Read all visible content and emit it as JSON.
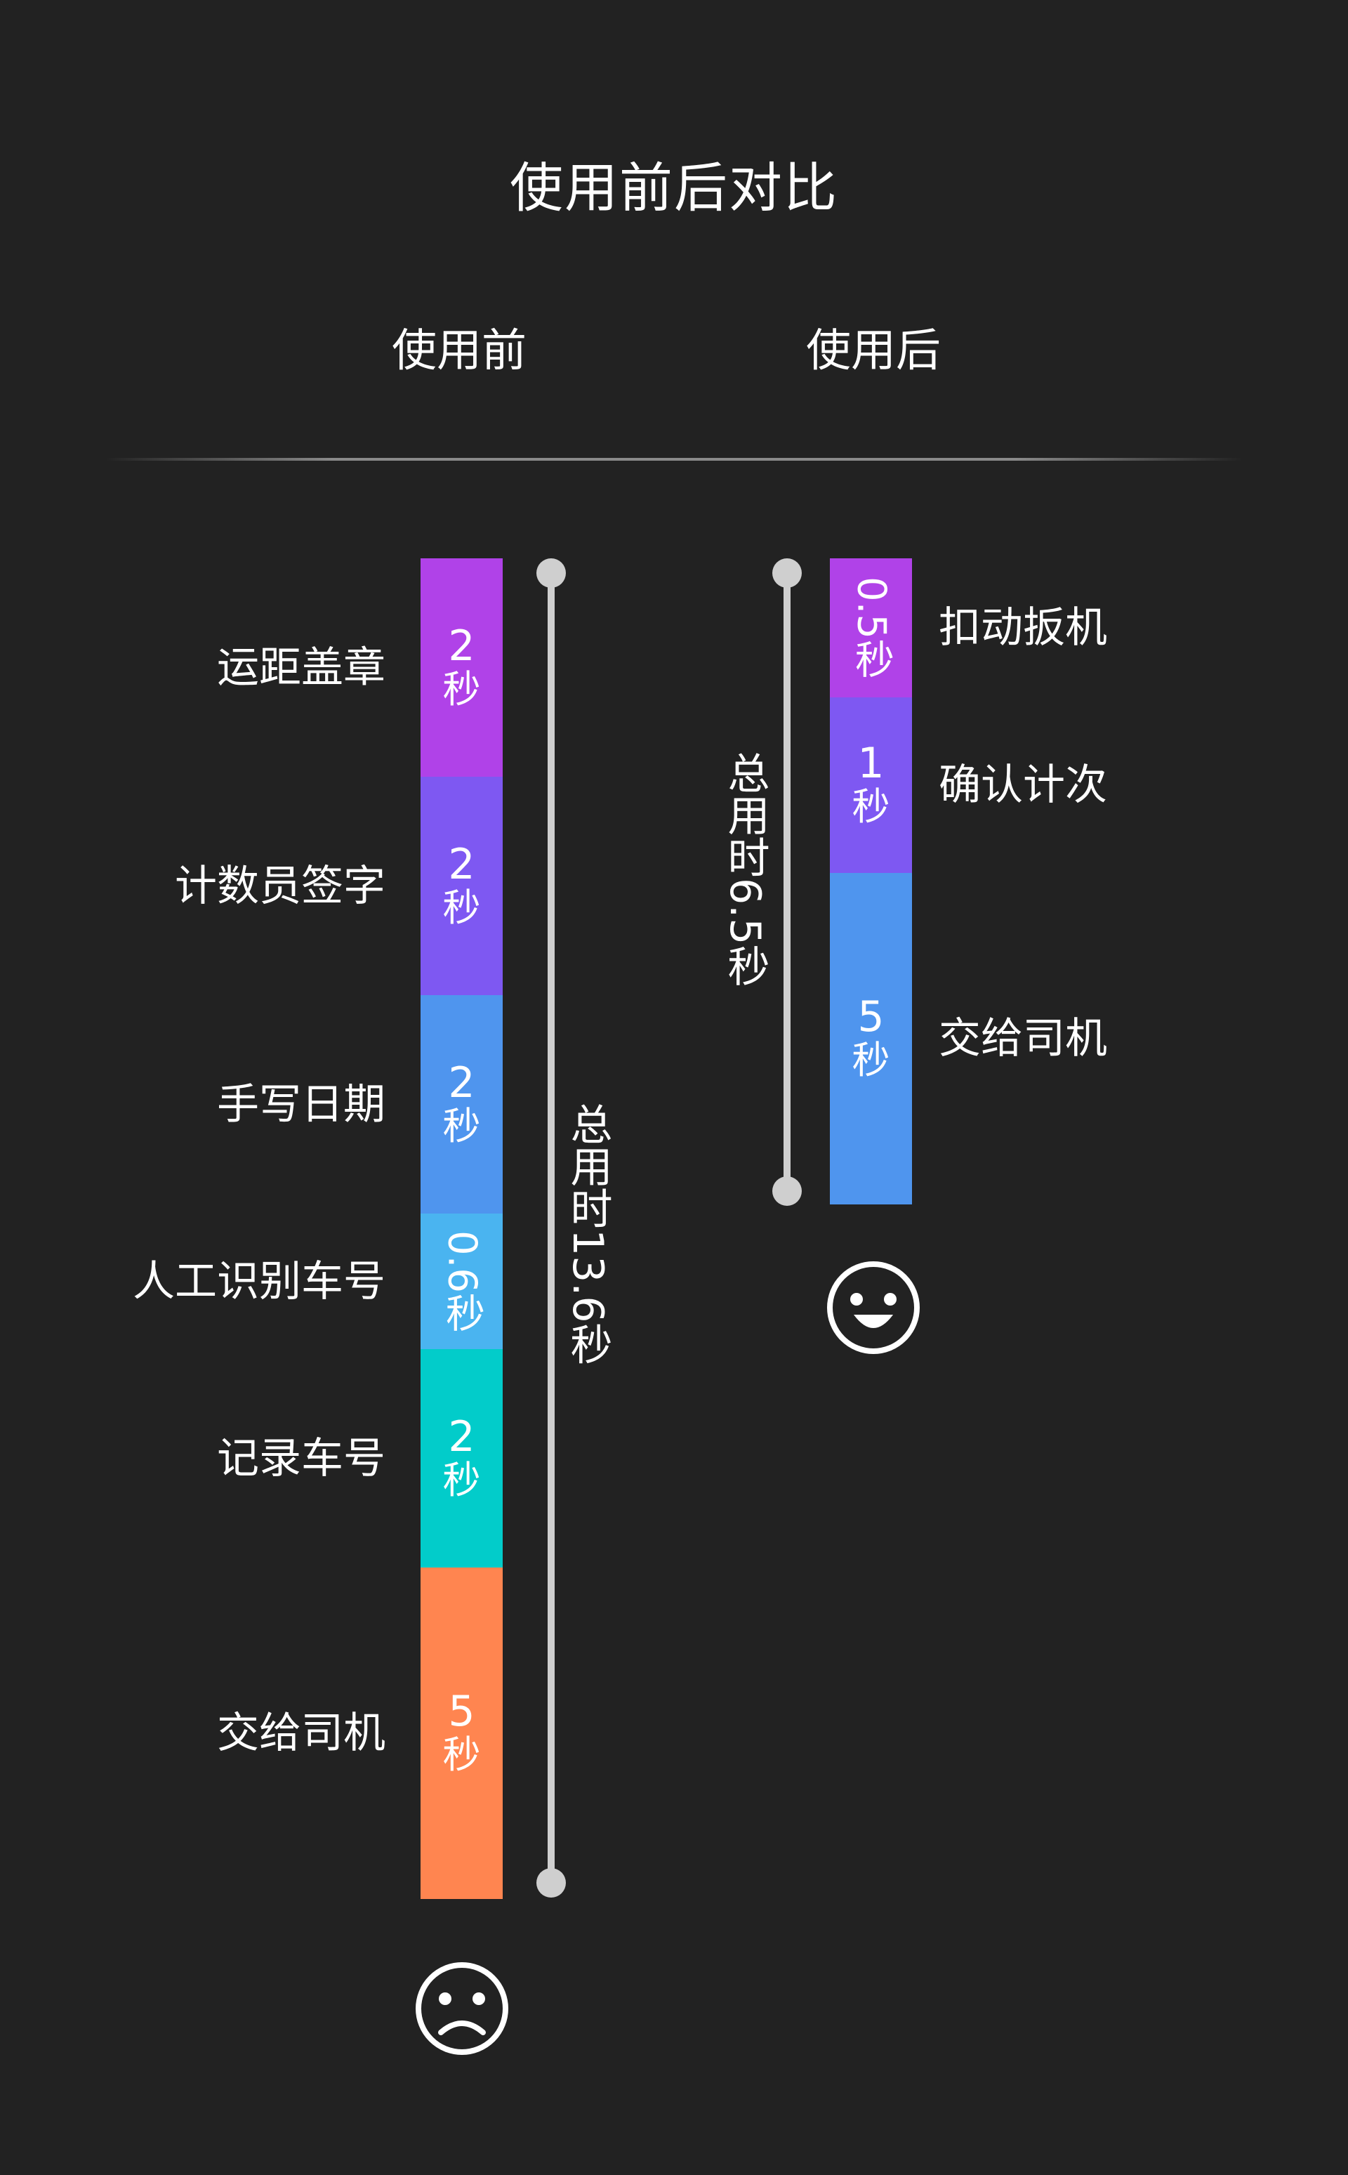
{
  "title": "使用前后对比",
  "before": {
    "heading": "使用前",
    "total": "总用时13.6秒",
    "steps": [
      {
        "label": "运距盖章",
        "seconds": 2,
        "num": "2",
        "unit": "秒",
        "color": "#B042E8"
      },
      {
        "label": "计数员签字",
        "seconds": 2,
        "num": "2",
        "unit": "秒",
        "color": "#7E58F2"
      },
      {
        "label": "手写日期",
        "seconds": 2,
        "num": "2",
        "unit": "秒",
        "color": "#4F95EE"
      },
      {
        "label": "人工识别车号",
        "seconds": 0.6,
        "num": "0.6",
        "unit": "秒",
        "color": "#4AB4F0"
      },
      {
        "label": "记录车号",
        "seconds": 2,
        "num": "2",
        "unit": "秒",
        "color": "#02CCCA"
      },
      {
        "label": "交给司机",
        "seconds": 5,
        "num": "5",
        "unit": "秒",
        "color": "#FF8550"
      }
    ],
    "face": "sad-face-icon"
  },
  "after": {
    "heading": "使用后",
    "total": "总用时6.5秒",
    "steps": [
      {
        "label": "扣动扳机",
        "seconds": 0.5,
        "num": "0.5",
        "unit": "秒",
        "color": "#B042E8"
      },
      {
        "label": "确认计次",
        "seconds": 1,
        "num": "1",
        "unit": "秒",
        "color": "#7E58F2"
      },
      {
        "label": "交给司机",
        "seconds": 5,
        "num": "5",
        "unit": "秒",
        "color": "#4F95EE"
      }
    ],
    "face": "happy-face-icon"
  }
}
